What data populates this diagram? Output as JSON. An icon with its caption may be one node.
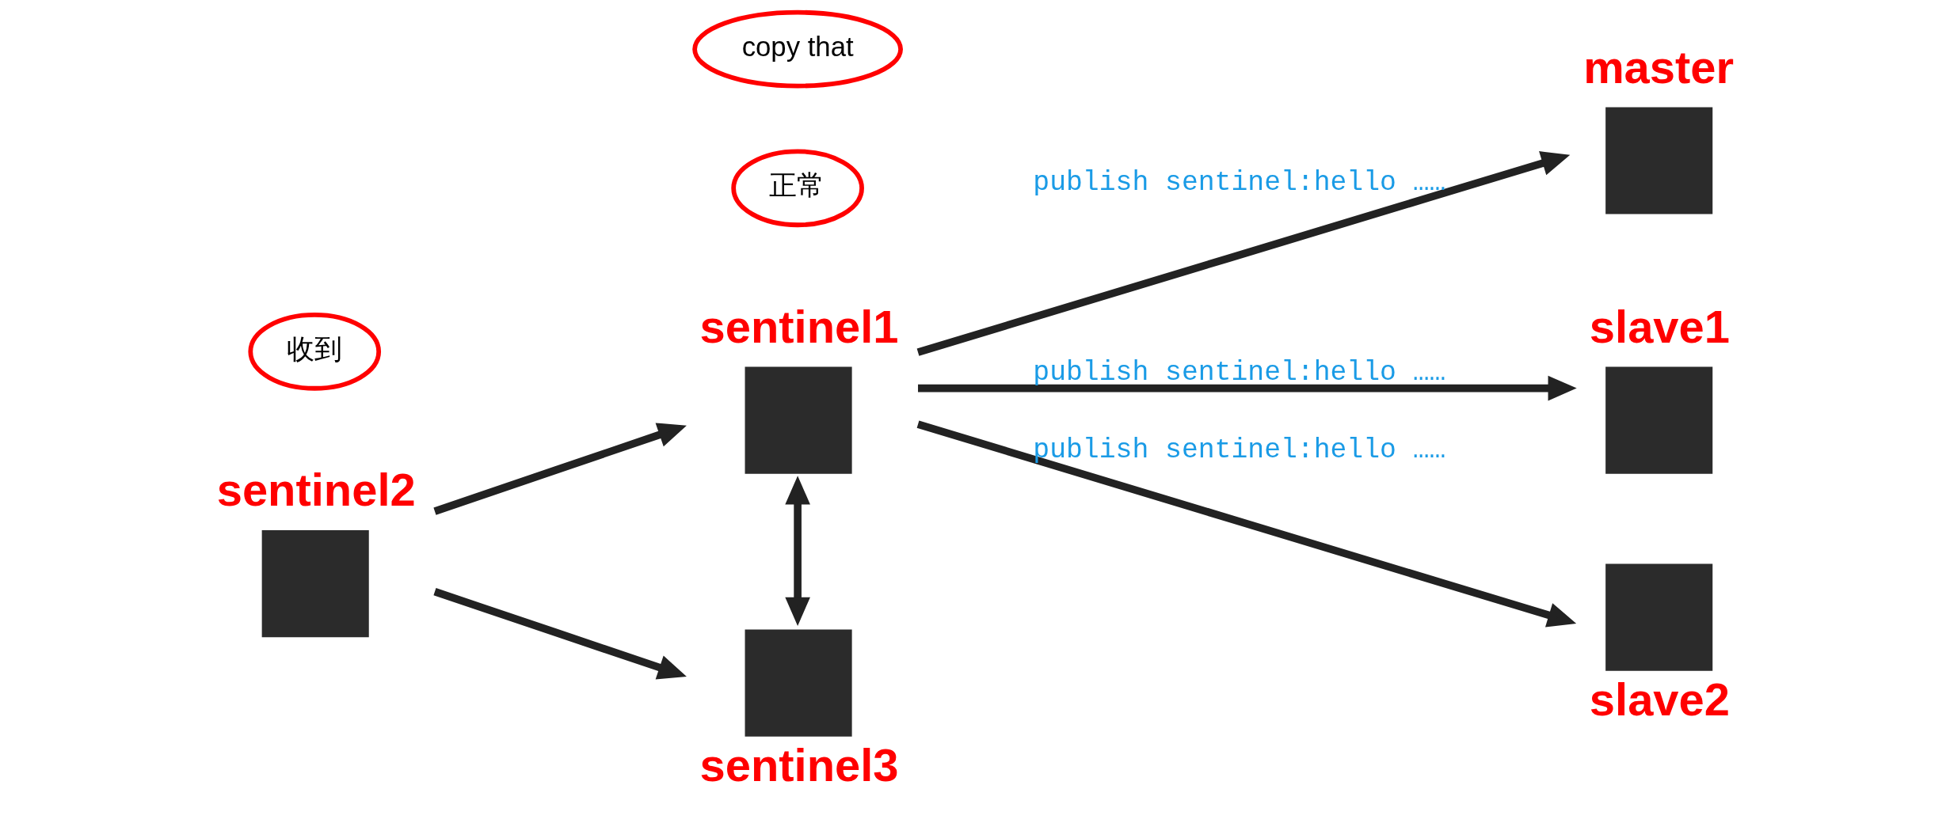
{
  "diagram": {
    "nodes": [
      {
        "text": [
          "sentinel1"
        ]
      },
      {
        "text": [
          "正常"
        ]
      },
      {
        "text": [
          "master"
        ]
      },
      {
        "text": [
          "sentinel2"
        ]
      },
      {
        "text": [
          "收到"
        ]
      },
      {
        "text": [
          "slave1"
        ]
      },
      {
        "text": [
          "sentinel3"
        ]
      },
      {
        "text": [
          "copy that"
        ]
      },
      {
        "text": [
          "slave2"
        ]
      }
    ],
    "edges": [
      {
        "from": 0,
        "to": 2,
        "arrow": "to",
        "label": "publish sentinel:hello ……"
      },
      {
        "from": 0,
        "to": 5,
        "arrow": "to",
        "label": "publish sentinel:hello ……"
      },
      {
        "from": 0,
        "to": 8,
        "arrow": "to",
        "label": "publish sentinel:hello ……"
      },
      {
        "from": 3,
        "to": 0,
        "arrow": "to"
      },
      {
        "from": 3,
        "to": 6,
        "arrow": "to"
      },
      {
        "from": 0,
        "to": 6,
        "arrow": "both"
      }
    ]
  }
}
